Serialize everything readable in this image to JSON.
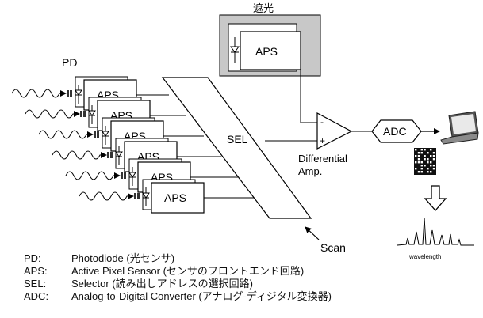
{
  "diagram": {
    "shield_label": "遮光",
    "pd_label": "PD",
    "aps_label": "APS",
    "sel_label": "SEL",
    "amp_label_line1": "Differential",
    "amp_label_line2": "Amp.",
    "amp_minus": "-",
    "amp_plus": "+",
    "adc_label": "ADC",
    "scan_label": "Scan",
    "spectrum_xlabel": "wavelength"
  },
  "legend": [
    {
      "key": "PD:",
      "desc": "Photodiode (光センサ)"
    },
    {
      "key": "APS:",
      "desc": "Active Pixel Sensor (センサのフロントエンド回路)"
    },
    {
      "key": "SEL:",
      "desc": "Selector (読み出しアドレスの選択回路)"
    },
    {
      "key": "ADC:",
      "desc": "Analog-to-Digital Converter (アナログ-ディジタル変換器)"
    }
  ]
}
